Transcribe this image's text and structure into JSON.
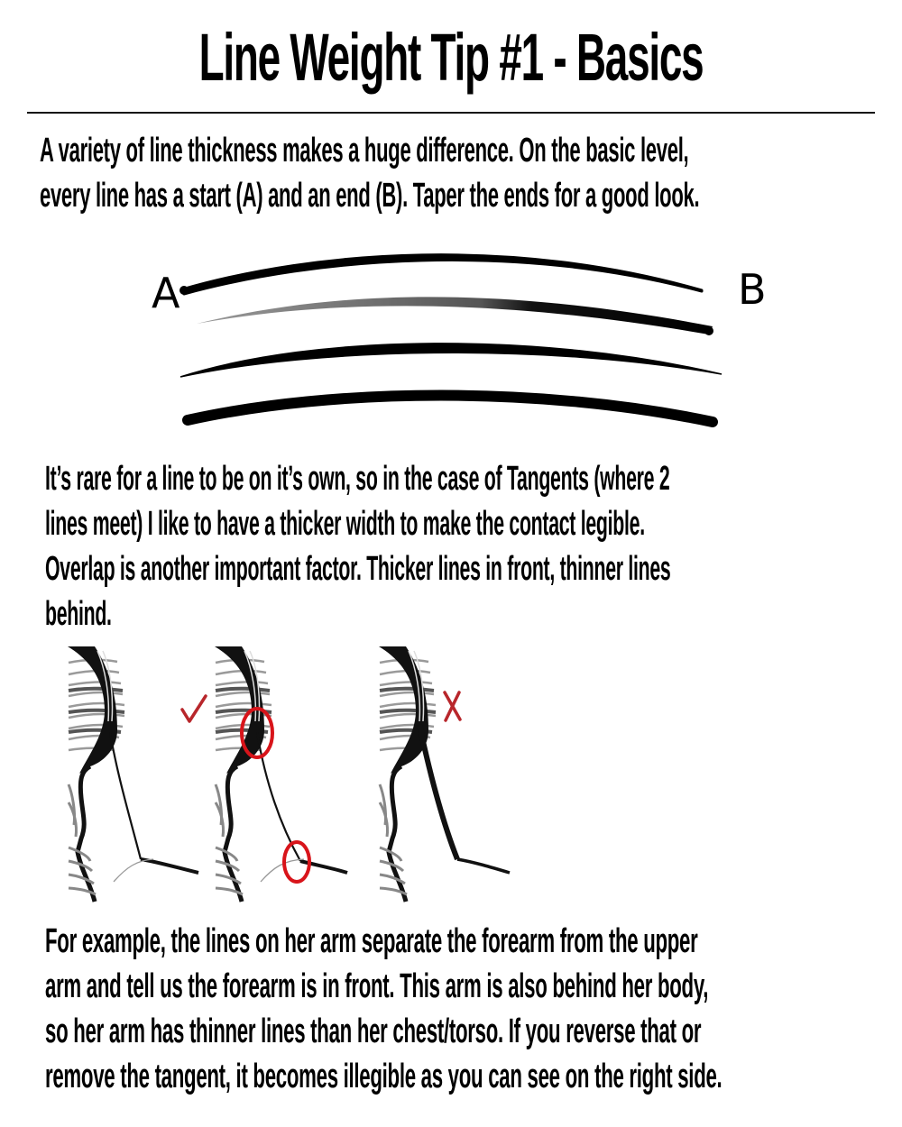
{
  "title": "Line Weight Tip #1 - Basics",
  "intro": {
    "lines": [
      "A variety of line thickness makes a huge difference. On the basic level,",
      "every line has a start (A) and an end (B). Taper the ends for a good look."
    ]
  },
  "stroke_demo": {
    "start_label": "A",
    "end_label": "B",
    "strokes": [
      "thick-start-taper-end",
      "gray-thin-start-thick-end",
      "thin-ends-thick-middle",
      "uniform-thick"
    ]
  },
  "tangents": {
    "lines": [
      "It’s rare for a line to be on it’s own, so in the case of Tangents (where 2",
      "lines meet) I like to have a thicker width to make the contact legible.",
      "Overlap is another important factor. Thicker lines in front, thinner lines",
      "behind."
    ]
  },
  "panels": [
    {
      "id": "correct",
      "mark": "check-icon",
      "mark_color": "#b8262b"
    },
    {
      "id": "highlighted",
      "mark": "circle-highlight",
      "mark_color": "#d8141a"
    },
    {
      "id": "incorrect",
      "mark": "x-icon",
      "mark_color": "#b8262b"
    }
  ],
  "example": {
    "lines": [
      "For example, the lines on her arm separate the forearm from the upper",
      "arm and tell us the forearm is in front. This arm is also behind her body,",
      "so her arm has thinner lines than her chest/torso. If you reverse that or",
      "remove the tangent, it becomes illegible as you can see on the right side."
    ]
  }
}
